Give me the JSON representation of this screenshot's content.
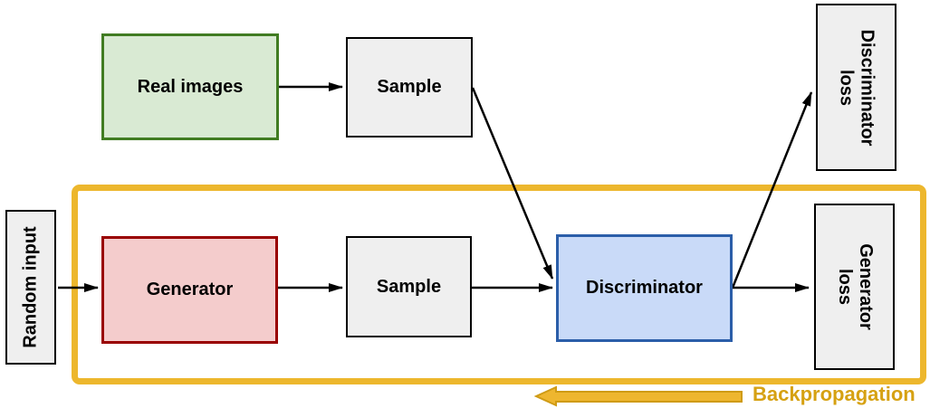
{
  "diagram": {
    "nodes": {
      "random_input": "Random input",
      "real_images": "Real images",
      "sample_real": "Sample",
      "generator": "Generator",
      "sample_generated": "Sample",
      "discriminator": "Discriminator",
      "discriminator_loss": {
        "line1": "Discriminator",
        "line2": "loss"
      },
      "generator_loss": {
        "line1": "Generator",
        "line2": "loss"
      }
    },
    "annotations": {
      "backpropagation": "Backpropagation"
    },
    "edges": [
      {
        "from": "Real images",
        "to": "Sample"
      },
      {
        "from": "Sample (real)",
        "to": "Discriminator"
      },
      {
        "from": "Random input",
        "to": "Generator"
      },
      {
        "from": "Generator",
        "to": "Sample"
      },
      {
        "from": "Sample (generated)",
        "to": "Discriminator"
      },
      {
        "from": "Discriminator",
        "to": "Discriminator loss"
      },
      {
        "from": "Discriminator",
        "to": "Generator loss"
      },
      {
        "from": "Generator loss",
        "to": "Generator",
        "label": "Backpropagation"
      }
    ],
    "colors": {
      "real_images_fill": "#d9ead3",
      "real_images_border": "#417c22",
      "generator_fill": "#f4cccc",
      "generator_border": "#990000",
      "discriminator_fill": "#c9daf8",
      "discriminator_border": "#2b5ea9",
      "neutral_fill": "#efefef",
      "neutral_border": "#000000",
      "backprop_gold": "#edb72d",
      "backprop_text": "#d6a112"
    }
  }
}
